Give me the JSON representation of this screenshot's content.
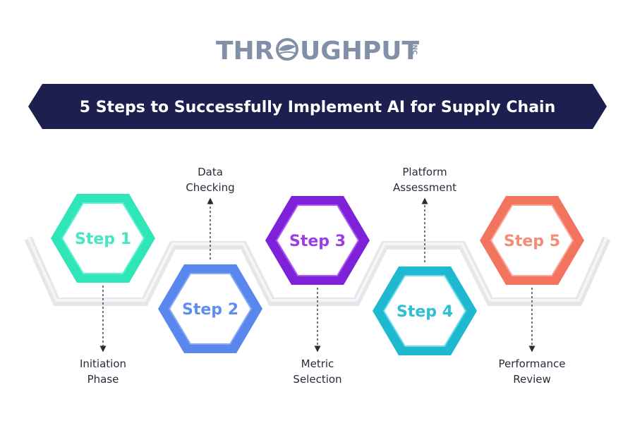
{
  "logo": {
    "text_left": "THR",
    "text_right": "UGHPUT",
    "suffix": "INC",
    "color": "#8190a6"
  },
  "banner": {
    "title": "5 Steps to Successfully Implement AI for Supply Chain",
    "color": "#1d1f4f"
  },
  "steps": [
    {
      "label": "Step 1",
      "caption_lines": [
        "Initiation",
        "Phase"
      ],
      "color_light": "#5ff2d5",
      "color_dark": "#2ee6b7",
      "text_color": "#45e6c2"
    },
    {
      "label": "Step 2",
      "caption_lines": [
        "Data",
        "Checking"
      ],
      "color_light": "#86aaf5",
      "color_dark": "#5a87ee",
      "text_color": "#5f8eee"
    },
    {
      "label": "Step 3",
      "caption_lines": [
        "Metric",
        "Selection"
      ],
      "color_light": "#b35cf0",
      "color_dark": "#7d22d8",
      "text_color": "#9b3ee4"
    },
    {
      "label": "Step 4",
      "caption_lines": [
        "Platform",
        "Assessment"
      ],
      "color_light": "#6fdcec",
      "color_dark": "#1eb9d0",
      "text_color": "#2dbfd6"
    },
    {
      "label": "Step 5",
      "caption_lines": [
        "Performance",
        "Review"
      ],
      "color_light": "#fba99a",
      "color_dark": "#f3745e",
      "text_color": "#f58b77"
    }
  ]
}
